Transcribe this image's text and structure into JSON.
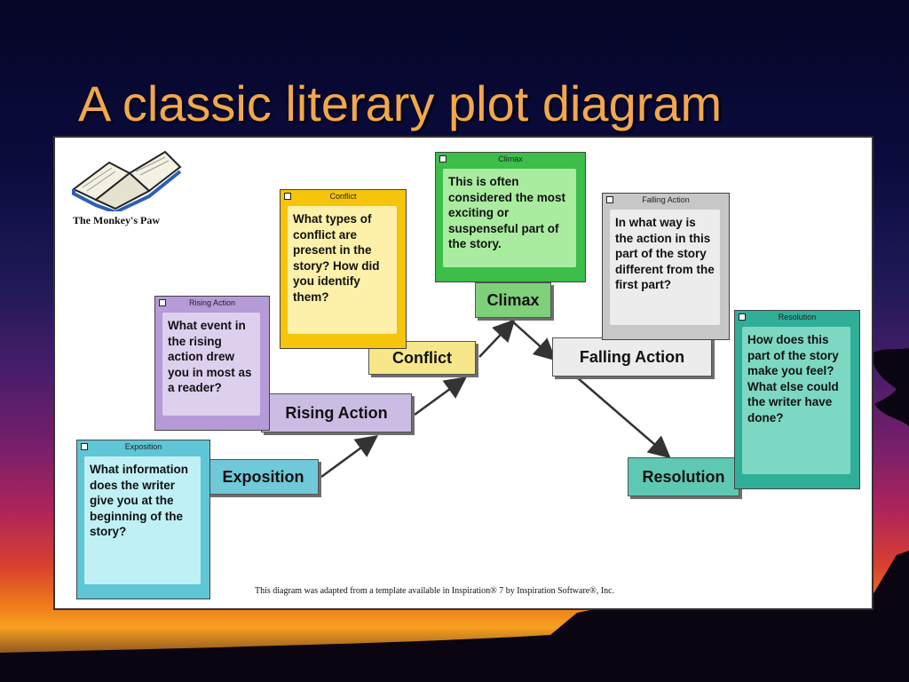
{
  "slide": {
    "title": "A classic literary plot diagram"
  },
  "diagram": {
    "book_label": "The Monkey's Paw",
    "caption": "This diagram was adapted from a template available in Inspiration® 7 by Inspiration Software®, Inc.",
    "stages": {
      "exposition": "Exposition",
      "rising_action": "Rising Action",
      "conflict": "Conflict",
      "climax": "Climax",
      "falling_action": "Falling Action",
      "resolution": "Resolution"
    },
    "notes": {
      "exposition": {
        "header": "Exposition",
        "text": "What information does the writer give you at the beginning of the story?"
      },
      "rising_action": {
        "header": "Rising Action",
        "text": "What event in the rising action drew you in most as a reader?"
      },
      "conflict": {
        "header": "Conflict",
        "text": "What types of conflict are present in the story? How did you identify them?"
      },
      "climax": {
        "header": "Climax",
        "text": "This is often considered the most exciting or suspenseful part of the story."
      },
      "falling_action": {
        "header": "Falling Action",
        "text": "In what way is the action in this part of the story different from the first part?"
      },
      "resolution": {
        "header": "Resolution",
        "text": "How does this part of the story make you feel? What else could the writer have done?"
      }
    },
    "colors": {
      "exposition": "#5ec6d6",
      "rising_action": "#b79ad8",
      "conflict": "#f6c40a",
      "climax": "#3dbe4a",
      "falling_action": "#c7c7c7",
      "resolution": "#2fae98"
    }
  }
}
